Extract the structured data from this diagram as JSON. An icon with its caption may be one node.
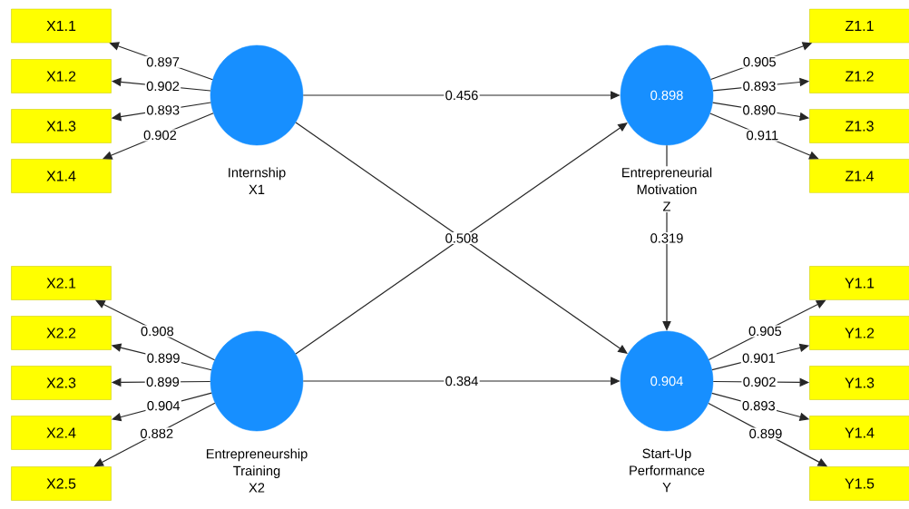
{
  "diagram": {
    "nodes": [
      {
        "text": [
          "X1.1"
        ]
      },
      {
        "text": [
          "X1.2"
        ]
      },
      {
        "text": [
          "X1.3"
        ]
      },
      {
        "text": [
          "X1.4"
        ]
      },
      {
        "text": [],
        "shape": "circle",
        "beside": [
          "Internship X1"
        ]
      },
      {
        "text": [
          "0.898"
        ],
        "beside": [
          "Entrepreneurial Motivation Z"
        ]
      },
      {
        "text": [
          "Z1.1"
        ]
      },
      {
        "text": [
          "Z1.2"
        ]
      },
      {
        "text": [
          "Z1.3"
        ]
      },
      {
        "text": [
          "Z1.4"
        ]
      },
      {
        "text": [
          "X2.1"
        ]
      },
      {
        "text": [
          "X2.2"
        ]
      },
      {
        "text": [
          "X2.3"
        ]
      },
      {
        "text": [
          "X2.4"
        ]
      },
      {
        "text": [
          "X2.5"
        ]
      },
      {
        "text": [],
        "shape": "circle",
        "beside": [
          "Entrepreneurship Training X2"
        ]
      },
      {
        "text": [
          "0.904"
        ],
        "beside": [
          "Start-Up Performance Y"
        ]
      },
      {
        "text": [
          "Y1.1"
        ]
      },
      {
        "text": [
          "Y1.2"
        ]
      },
      {
        "text": [
          "Y1.3"
        ]
      },
      {
        "text": [
          "Y1.4"
        ]
      },
      {
        "text": [
          "Y1.5"
        ]
      }
    ],
    "edges": [
      {
        "from": 4,
        "to": 0,
        "arrow": "to",
        "label": "0.897"
      },
      {
        "from": 4,
        "to": 1,
        "arrow": "to",
        "label": "0.902"
      },
      {
        "from": 4,
        "to": 2,
        "arrow": "to",
        "label": "0.893"
      },
      {
        "from": 4,
        "to": 3,
        "arrow": "to",
        "label": "0.902"
      },
      {
        "from": 5,
        "to": 6,
        "arrow": "to",
        "label": "0.905"
      },
      {
        "from": 5,
        "to": 7,
        "arrow": "to",
        "label": "0.893"
      },
      {
        "from": 5,
        "to": 8,
        "arrow": "to",
        "label": "0.890"
      },
      {
        "from": 5,
        "to": 9,
        "arrow": "to",
        "label": "0.911"
      },
      {
        "from": 15,
        "to": 10,
        "arrow": "to",
        "label": "0.908"
      },
      {
        "from": 15,
        "to": 11,
        "arrow": "to",
        "label": "0.899"
      },
      {
        "from": 15,
        "to": 12,
        "arrow": "to",
        "label": "0.899"
      },
      {
        "from": 15,
        "to": 13,
        "arrow": "to",
        "label": "0.904"
      },
      {
        "from": 15,
        "to": 14,
        "arrow": "to",
        "label": "0.882"
      },
      {
        "from": 16,
        "to": 17,
        "arrow": "to",
        "label": "0.905"
      },
      {
        "from": 16,
        "to": 18,
        "arrow": "to",
        "label": "0.901"
      },
      {
        "from": 16,
        "to": 19,
        "arrow": "to",
        "label": "0.902"
      },
      {
        "from": 16,
        "to": 20,
        "arrow": "to",
        "label": "0.893"
      },
      {
        "from": 16,
        "to": 21,
        "arrow": "to",
        "label": "0.899"
      },
      {
        "from": 4,
        "to": 5,
        "arrow": "to",
        "label": "0.456"
      },
      {
        "from": 4,
        "to": 16,
        "arrow": "to",
        "label": "0.508"
      },
      {
        "from": 15,
        "to": 5,
        "arrow": "to"
      },
      {
        "from": 15,
        "to": 16,
        "arrow": "to",
        "label": "0.384"
      },
      {
        "from": 5,
        "to": 16,
        "arrow": "to",
        "label": "0.319"
      }
    ]
  }
}
